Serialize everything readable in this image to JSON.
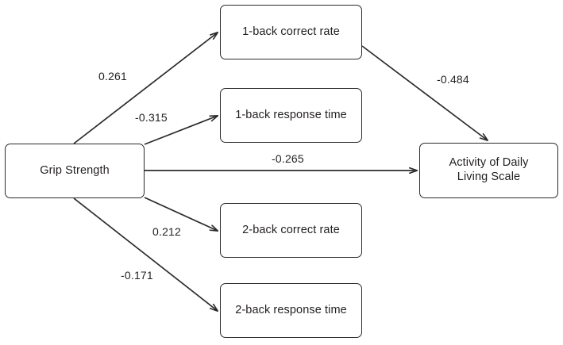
{
  "diagram": {
    "type": "path-analysis-diagram",
    "background_color": "#ffffff",
    "line_color": "#2b2b2b",
    "text_color": "#231f20",
    "nodes": [
      {
        "id": "grip_strength",
        "label": "Grip Strength",
        "role": "predictor"
      },
      {
        "id": "one_back_correct",
        "label": "1-back correct rate",
        "role": "mediator"
      },
      {
        "id": "one_back_rt",
        "label": "1-back response time",
        "role": "mediator"
      },
      {
        "id": "two_back_correct",
        "label": "2-back correct rate",
        "role": "mediator"
      },
      {
        "id": "two_back_rt",
        "label": "2-back response time",
        "role": "mediator"
      },
      {
        "id": "adl",
        "label": "Activity of Daily\nLiving Scale",
        "role": "outcome"
      }
    ],
    "edges": [
      {
        "id": "e1",
        "from": "grip_strength",
        "to": "one_back_correct",
        "coefficient": "0.261"
      },
      {
        "id": "e2",
        "from": "grip_strength",
        "to": "one_back_rt",
        "coefficient": "-0.315"
      },
      {
        "id": "e3",
        "from": "grip_strength",
        "to": "adl",
        "coefficient": "-0.265"
      },
      {
        "id": "e4",
        "from": "grip_strength",
        "to": "two_back_correct",
        "coefficient": "0.212"
      },
      {
        "id": "e5",
        "from": "grip_strength",
        "to": "two_back_rt",
        "coefficient": "-0.171"
      },
      {
        "id": "e6",
        "from": "one_back_correct",
        "to": "adl",
        "coefficient": "-0.484"
      }
    ]
  }
}
